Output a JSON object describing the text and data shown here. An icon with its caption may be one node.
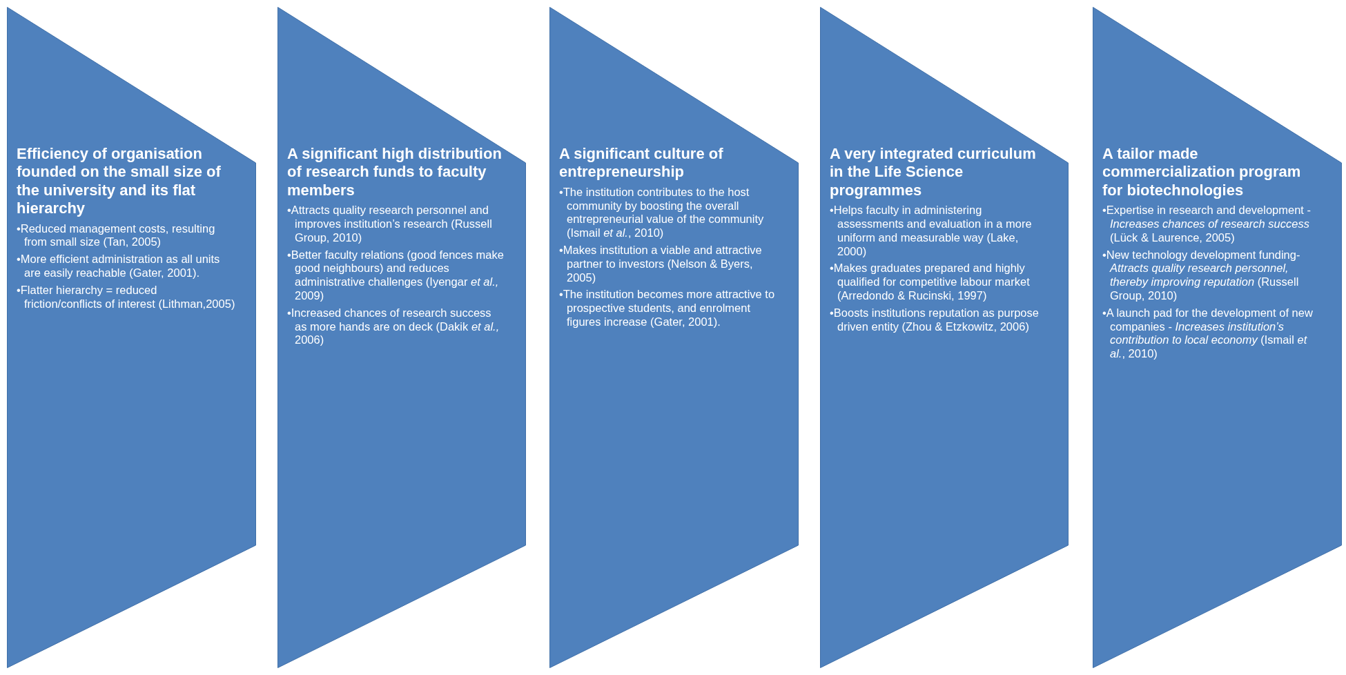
{
  "diagram": {
    "nodes": [
      {
        "text": [
          "Efficiency of organisation founded on the small size of the university and its flat hierarchy",
          "•Reduced management costs, resulting from small size (Tan, 2005)",
          "•More efficient administration as all units are easily reachable (Gater, 2001).",
          "•Flatter hierarchy = reduced friction/conflicts of interest (Lithman,2005)"
        ]
      },
      {
        "text": [
          "A significant high distribution of research funds to faculty members",
          "•Attracts quality research personnel and improves institution’s research (Russell Group, 2010)",
          "•Better faculty relations (good fences make good neighbours) and reduces administrative challenges (Iyengar *et al.,* 2009)",
          "•Increased chances of research success as more hands are on deck (Dakik *et al.,* 2006)"
        ]
      },
      {
        "text": [
          "A significant culture of entrepreneurship",
          "•The institution contributes to the host community by boosting the overall entrepreneurial value of the community (Ismail *et al.*, 2010)",
          "•Makes institution a viable and attractive partner to investors (Nelson & Byers, 2005)",
          "•The institution becomes more attractive to prospective students, and enrolment figures increase (Gater, 2001)."
        ]
      },
      {
        "text": [
          "A very integrated curriculum in the Life Science programmes",
          "•Helps faculty in administering assessments and evaluation in a more uniform and measurable way (Lake, 2000)",
          "•Makes graduates prepared and highly qualified for competitive labour market (Arredondo & Rucinski, 1997)",
          "•Boosts institutions reputation as purpose driven entity (Zhou & Etzkowitz, 2006)"
        ]
      },
      {
        "text": [
          "A tailor made commercialization program for biotechnologies",
          "•Expertise in research and development - *Increases chances of research success* (Lück & Laurence, 2005)",
          "•New technology development funding- *Attracts quality research personnel, thereby improving reputation* (Russell Group, 2010)",
          "•A launch pad for the development of new companies - *Increases institution’s contribution to local economy* (Ismail *et al.*, 2010)"
        ]
      }
    ]
  }
}
